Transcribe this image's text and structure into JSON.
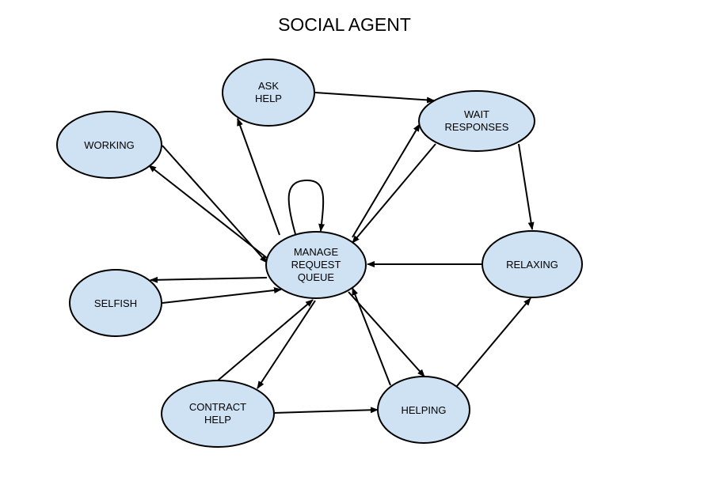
{
  "title": "SOCIAL AGENT",
  "nodes": {
    "ask_help": [
      "ASK",
      "HELP"
    ],
    "wait_responses": [
      "WAIT",
      "RESPONSES"
    ],
    "working": [
      "WORKING"
    ],
    "manage_request_queue": [
      "MANAGE",
      "REQUEST",
      "QUEUE"
    ],
    "relaxing": [
      "RELAXING"
    ],
    "selfish": [
      "SELFISH"
    ],
    "contract_help": [
      "CONTRACT",
      "HELP"
    ],
    "helping": [
      "HELPING"
    ]
  },
  "edges": [
    {
      "from": "ask_help",
      "to": "wait_responses"
    },
    {
      "from": "manage_request_queue",
      "to": "ask_help"
    },
    {
      "from": "manage_request_queue",
      "to": "wait_responses"
    },
    {
      "from": "wait_responses",
      "to": "manage_request_queue"
    },
    {
      "from": "wait_responses",
      "to": "relaxing"
    },
    {
      "from": "working",
      "to": "manage_request_queue"
    },
    {
      "from": "manage_request_queue",
      "to": "working"
    },
    {
      "from": "manage_request_queue",
      "to": "manage_request_queue"
    },
    {
      "from": "relaxing",
      "to": "manage_request_queue"
    },
    {
      "from": "manage_request_queue",
      "to": "selfish"
    },
    {
      "from": "selfish",
      "to": "manage_request_queue"
    },
    {
      "from": "contract_help",
      "to": "manage_request_queue"
    },
    {
      "from": "manage_request_queue",
      "to": "contract_help"
    },
    {
      "from": "helping",
      "to": "manage_request_queue"
    },
    {
      "from": "manage_request_queue",
      "to": "helping"
    },
    {
      "from": "contract_help",
      "to": "helping"
    },
    {
      "from": "helping",
      "to": "relaxing"
    }
  ]
}
